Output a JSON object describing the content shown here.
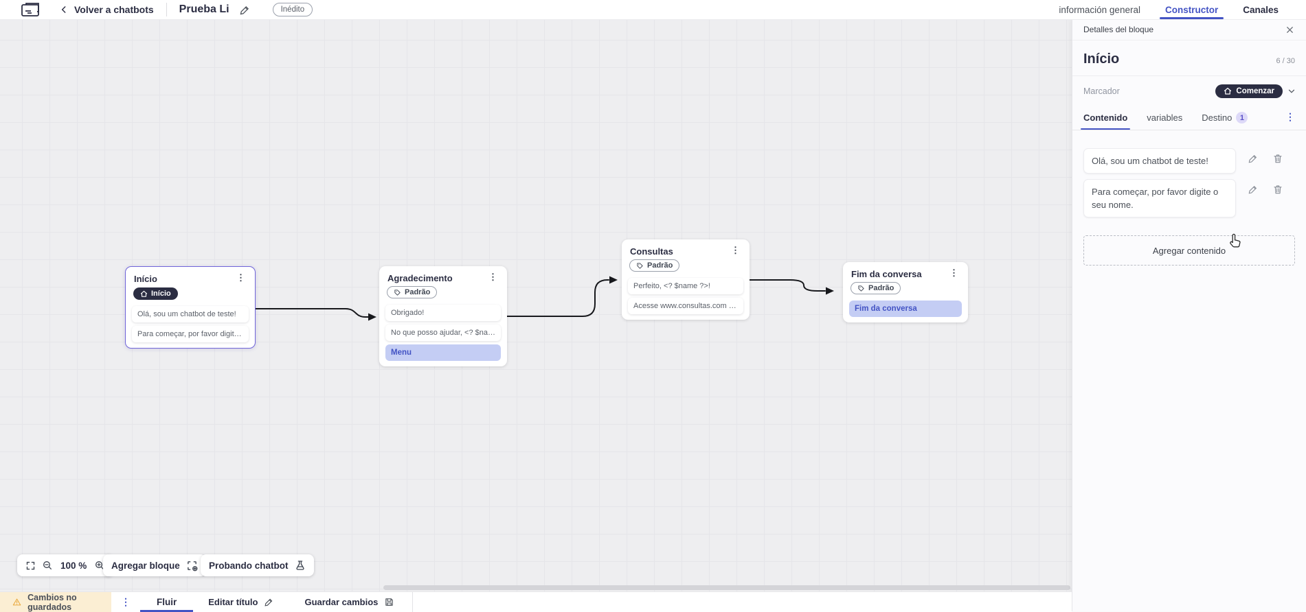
{
  "topbar": {
    "back_label": "Volver a chatbots",
    "title": "Prueba Li",
    "status": "Inédito",
    "tabs": [
      {
        "label": "información general"
      },
      {
        "label": "Constructor"
      },
      {
        "label": "Canales"
      }
    ]
  },
  "panel": {
    "header": "Detalles del bloque",
    "title": "Início",
    "counter": "6 / 30",
    "marker_label": "Marcador",
    "marker_value": "Comenzar",
    "tabs": {
      "content": "Contenido",
      "variables": "variables",
      "destination": "Destino",
      "destination_badge": "1"
    },
    "messages": [
      {
        "text": "Olá, sou um chatbot de teste!"
      },
      {
        "text": "Para começar, por favor digite o seu nome."
      }
    ],
    "add_content": "Agregar contenido"
  },
  "canvas": {
    "blocks": [
      {
        "title": "Início",
        "badge": "Início",
        "rows": [
          {
            "text": "Olá, sou um chatbot de teste!"
          },
          {
            "text": "Para começar, por favor digite o ..."
          }
        ]
      },
      {
        "title": "Agradecimento",
        "badge": "Padrão",
        "rows": [
          {
            "text": "Obrigado!"
          },
          {
            "text": "No que posso ajudar, <? $name ..."
          },
          {
            "text": "Menu"
          }
        ]
      },
      {
        "title": "Consultas",
        "badge": "Padrão",
        "rows": [
          {
            "text": "Perfeito, <? $name ?>!"
          },
          {
            "text": "Acesse www.consultas.com par..."
          }
        ]
      },
      {
        "title": "Fim da conversa",
        "badge": "Padrão",
        "rows": [
          {
            "text": "Fim da conversa"
          }
        ]
      }
    ],
    "zoom": "100 %",
    "add_block": "Agregar bloque",
    "test_chatbot": "Probando chatbot"
  },
  "bottombar": {
    "unsaved": "Cambios no guardados",
    "flow_tab": "Fluir",
    "edit_title": "Editar título",
    "save": "Guardar cambios"
  },
  "colors": {
    "accent": "#4353c4",
    "dark_pill": "#2b2d42",
    "highlight_row": "#c4cdf4",
    "warning_bg": "#fbeed3",
    "warning_icon": "#e9a93c",
    "selected_border": "#6f64d8",
    "canvas_bg": "#eeeef0"
  },
  "icons": [
    "app-logo-icon",
    "chevron-left-icon",
    "pencil-icon",
    "close-icon",
    "home-icon",
    "chevron-down-icon",
    "kebab-icon",
    "tag-icon",
    "trash-icon",
    "fullscreen-icon",
    "zoom-out-icon",
    "zoom-in-icon",
    "add-block-icon",
    "flask-icon",
    "warning-icon",
    "save-icon",
    "hand-cursor-icon"
  ]
}
